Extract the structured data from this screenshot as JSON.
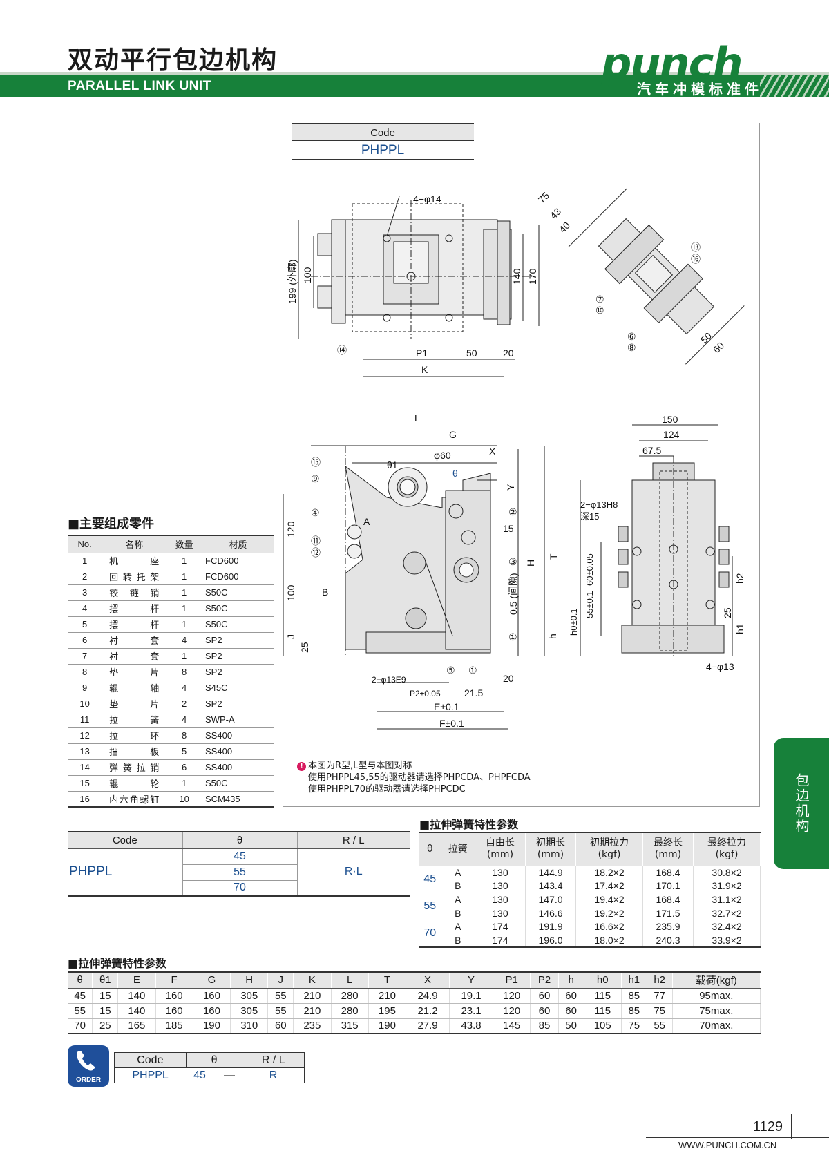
{
  "header": {
    "title_cn": "双动平行包边机构",
    "title_en": "PARALLEL LINK UNIT",
    "brand": "punch",
    "brand_sub": "汽车冲模标准件"
  },
  "code_box": {
    "header": "Code",
    "value": "PHPPL"
  },
  "drawing_labels": {
    "holes_top": "4−φ14",
    "d199": "199 (外廓)",
    "d100": "100",
    "d140": "140",
    "d170": "170",
    "p1": "P1",
    "d50": "50",
    "d20": "20",
    "k": "K",
    "c14": "⑭",
    "iso_75": "75",
    "iso_43": "43",
    "iso_40": "40",
    "iso_50": "50",
    "iso_60": "60",
    "c13": "⑬",
    "c16": "⑯",
    "c7": "⑦",
    "c10": "⑩",
    "c6": "⑥",
    "c8": "⑧",
    "L": "L",
    "G": "G",
    "X": "X",
    "Y": "Y",
    "phi60": "φ60",
    "theta1": "θ1",
    "theta": "θ",
    "c15": "⑮",
    "c9": "⑨",
    "c4": "④",
    "c11": "⑪",
    "c12": "⑫",
    "c2": "②",
    "c3": "③",
    "c1": "①",
    "c5": "⑤",
    "A": "A",
    "B": "B",
    "d120": "120",
    "d100b": "100",
    "J": "J",
    "d25": "25",
    "d15": "15",
    "H": "H",
    "gap": "0.5 (间隙)",
    "h": "h",
    "holes_e9": "2−φ13E9",
    "p2": "P2±0.05",
    "d21_5": "21.5",
    "d20b": "20",
    "E": "E±0.1",
    "F": "F±0.1",
    "d150": "150",
    "d124": "124",
    "d67_5": "67.5",
    "holes_h8": "2−φ13H8",
    "depth": "深15",
    "T": "T",
    "d60": "60±0.05",
    "d55": "55±0.1",
    "h0": "h0±0.1",
    "h2": "h2",
    "d25b": "25",
    "h1": "h1",
    "holes_13": "4−φ13"
  },
  "parts": {
    "title": "■主要组成零件",
    "headers": [
      "No.",
      "名称",
      "数量",
      "材质"
    ],
    "rows": [
      [
        "1",
        "机座",
        "1",
        "FCD600"
      ],
      [
        "2",
        "回转托架",
        "1",
        "FCD600"
      ],
      [
        "3",
        "铰链销",
        "1",
        "S50C"
      ],
      [
        "4",
        "摆杆",
        "1",
        "S50C"
      ],
      [
        "5",
        "摆杆",
        "1",
        "S50C"
      ],
      [
        "6",
        "衬套",
        "4",
        "SP2"
      ],
      [
        "7",
        "衬套",
        "1",
        "SP2"
      ],
      [
        "8",
        "垫片",
        "8",
        "SP2"
      ],
      [
        "9",
        "辊轴",
        "4",
        "S45C"
      ],
      [
        "10",
        "垫片",
        "2",
        "SP2"
      ],
      [
        "11",
        "拉簧",
        "4",
        "SWP-A"
      ],
      [
        "12",
        "拉环",
        "8",
        "SS400"
      ],
      [
        "13",
        "挡板",
        "5",
        "SS400"
      ],
      [
        "14",
        "弹簧拉销",
        "6",
        "SS400"
      ],
      [
        "15",
        "辊轮",
        "1",
        "S50C"
      ],
      [
        "16",
        "内六角螺钉",
        "10",
        "SCM435"
      ]
    ]
  },
  "note": {
    "line1": "本图为R型,L型与本图对称",
    "line2": "使用PHPPL45,55的驱动器请选择PHPCDA、PHPFCDA",
    "line3": "使用PHPPL70的驱动器请选择PHPCDC"
  },
  "code_theta": {
    "headers": [
      "Code",
      "θ",
      "R / L"
    ],
    "code": "PHPPL",
    "thetas": [
      "45",
      "55",
      "70"
    ],
    "rl": "R·L"
  },
  "spring": {
    "title": "■拉伸弹簧特性参数",
    "headers": [
      "θ",
      "拉簧",
      "自由长\n(mm)",
      "初期长\n(mm)",
      "初期拉力\n(kgf)",
      "最终长\n(mm)",
      "最终拉力\n(kgf)"
    ],
    "groups": [
      {
        "theta": "45",
        "rows": [
          [
            "A",
            "130",
            "144.9",
            "18.2×2",
            "168.4",
            "30.8×2"
          ],
          [
            "B",
            "130",
            "143.4",
            "17.4×2",
            "170.1",
            "31.9×2"
          ]
        ]
      },
      {
        "theta": "55",
        "rows": [
          [
            "A",
            "130",
            "147.0",
            "19.4×2",
            "168.4",
            "31.1×2"
          ],
          [
            "B",
            "130",
            "146.6",
            "19.2×2",
            "171.5",
            "32.7×2"
          ]
        ]
      },
      {
        "theta": "70",
        "rows": [
          [
            "A",
            "174",
            "191.9",
            "16.6×2",
            "235.9",
            "32.4×2"
          ],
          [
            "B",
            "174",
            "196.0",
            "18.0×2",
            "240.3",
            "33.9×2"
          ]
        ]
      }
    ]
  },
  "dims": {
    "title": "■拉伸弹簧特性参数",
    "headers": [
      "θ",
      "θ1",
      "E",
      "F",
      "G",
      "H",
      "J",
      "K",
      "L",
      "T",
      "X",
      "Y",
      "P1",
      "P2",
      "h",
      "h0",
      "h1",
      "h2",
      "载荷(kgf)"
    ],
    "rows": [
      [
        "45",
        "15",
        "140",
        "160",
        "160",
        "305",
        "55",
        "210",
        "280",
        "210",
        "24.9",
        "19.1",
        "120",
        "60",
        "60",
        "115",
        "85",
        "77",
        "95max."
      ],
      [
        "55",
        "15",
        "140",
        "160",
        "160",
        "305",
        "55",
        "210",
        "280",
        "195",
        "21.2",
        "23.1",
        "120",
        "60",
        "60",
        "115",
        "85",
        "75",
        "75max."
      ],
      [
        "70",
        "25",
        "165",
        "185",
        "190",
        "310",
        "60",
        "235",
        "315",
        "190",
        "27.9",
        "43.8",
        "145",
        "85",
        "50",
        "105",
        "75",
        "55",
        "70max."
      ]
    ]
  },
  "order": {
    "icon_label": "ORDER",
    "headers": [
      "Code",
      "θ",
      "R / L"
    ],
    "values": [
      "PHPPL",
      "45",
      "—",
      "R"
    ]
  },
  "side_tab": "包边机构",
  "footer": {
    "page": "1129",
    "url": "WWW.PUNCH.COM.CN"
  },
  "colors": {
    "brand_green": "#17813a",
    "blue_text": "#1b4f8f"
  }
}
